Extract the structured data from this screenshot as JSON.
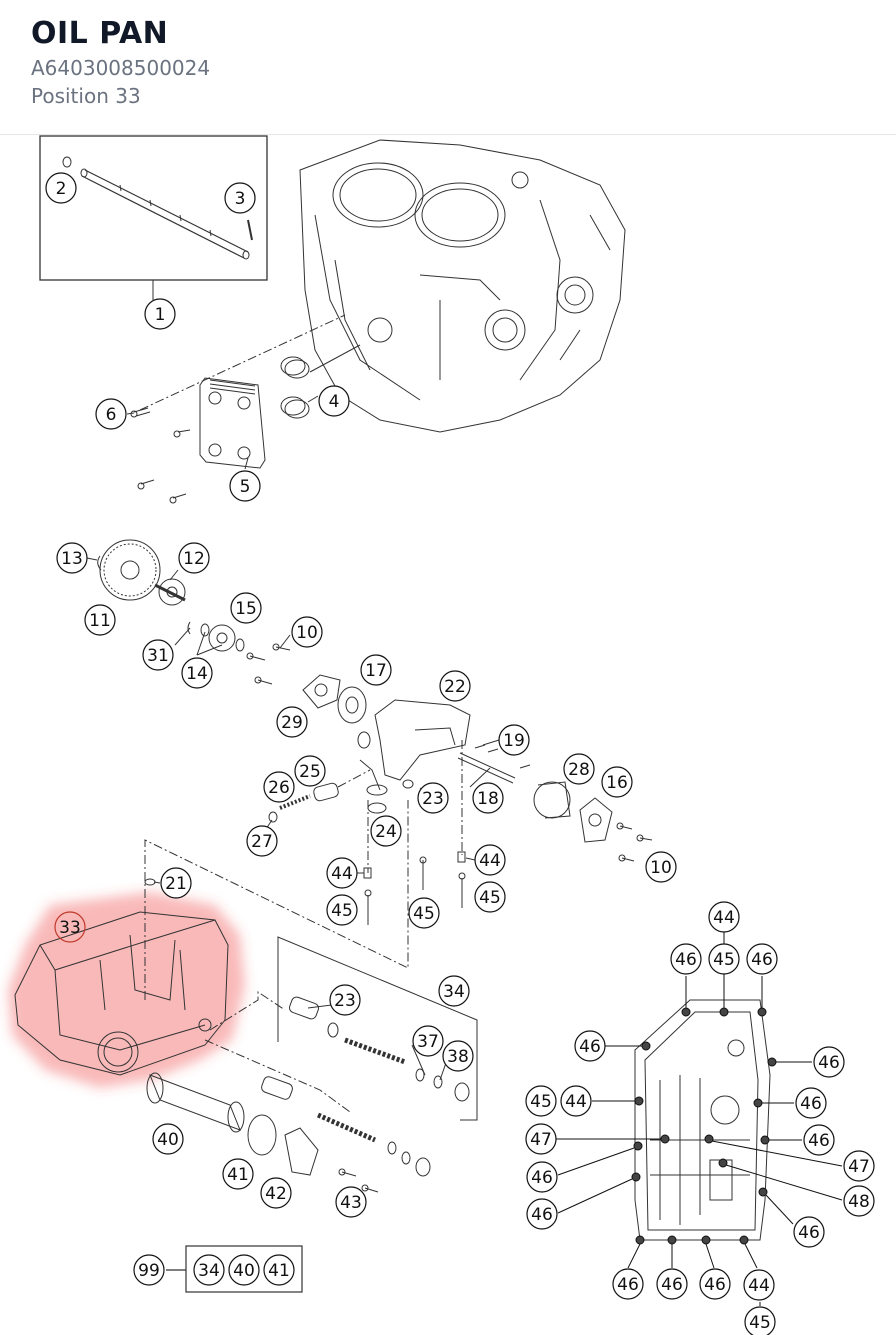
{
  "header": {
    "title": "OIL PAN",
    "part_number": "A6403008500024",
    "position_label": "Position 33"
  },
  "highlight": {
    "position": "33",
    "color": "#ef4444"
  },
  "callouts": [
    "1",
    "2",
    "3",
    "4",
    "5",
    "6",
    "10",
    "11",
    "12",
    "13",
    "14",
    "15",
    "16",
    "17",
    "18",
    "19",
    "21",
    "22",
    "23",
    "24",
    "25",
    "26",
    "27",
    "28",
    "29",
    "31",
    "33",
    "34",
    "37",
    "38",
    "40",
    "41",
    "42",
    "43",
    "44",
    "45",
    "46",
    "47",
    "48",
    "99"
  ],
  "kit": {
    "kit_number": "99",
    "contents": [
      "34",
      "40",
      "41"
    ]
  }
}
